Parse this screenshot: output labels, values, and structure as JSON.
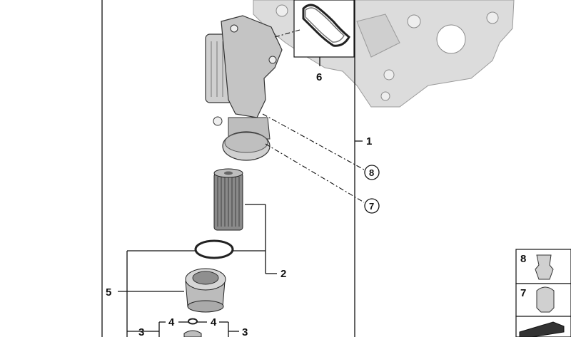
{
  "callouts": {
    "c1": "1",
    "c2": "2",
    "c3a": "3",
    "c3b": "3",
    "c4a": "4",
    "c4b": "4",
    "c5": "5",
    "c6": "6",
    "c7": "7",
    "c8": "8"
  },
  "legend": {
    "item8": "8",
    "item7": "7"
  },
  "colors": {
    "engine_block": "#d9d9d9",
    "housing": "#c8c8c8",
    "filter": "#9a9a9a",
    "line": "#111111"
  }
}
